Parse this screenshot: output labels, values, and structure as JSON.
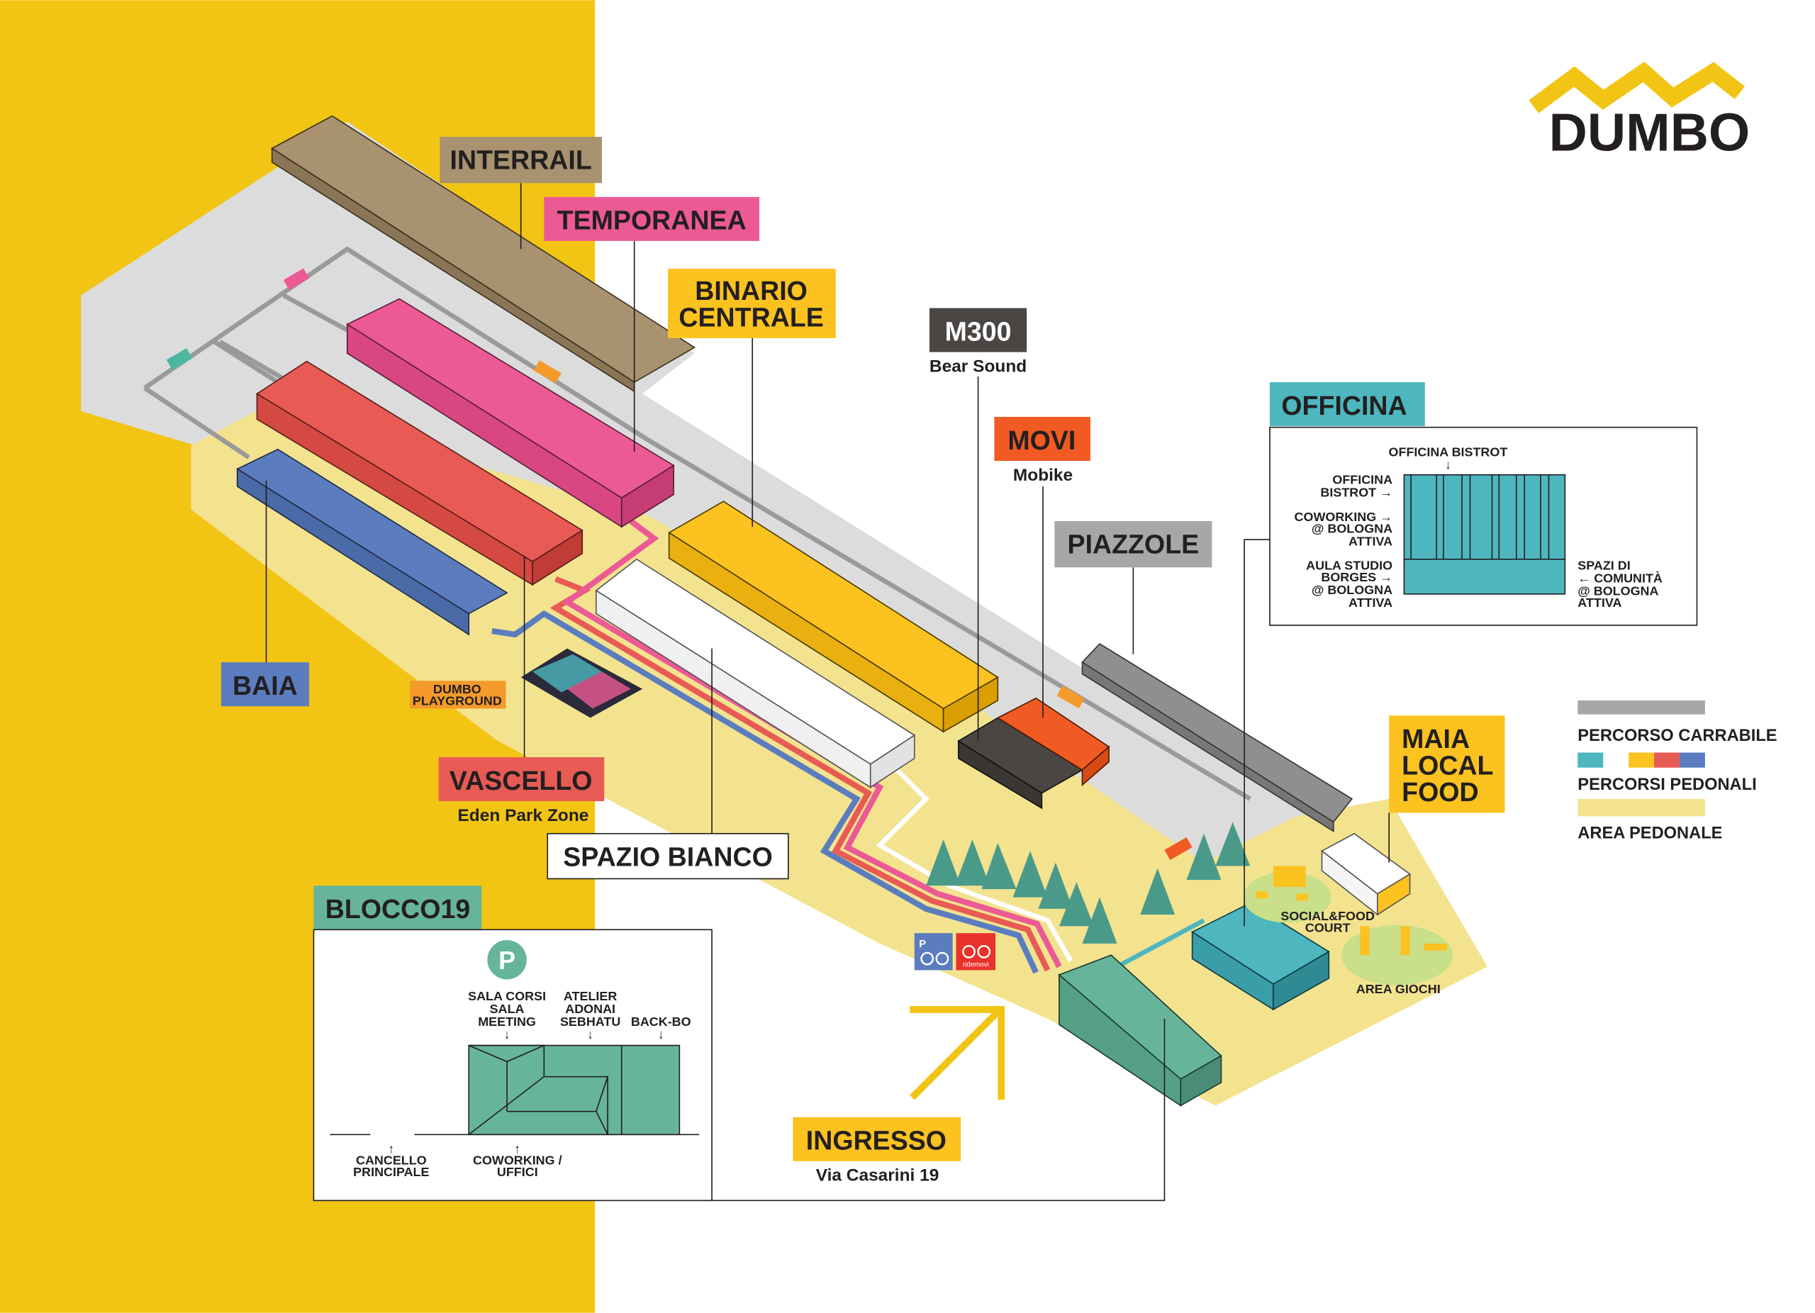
{
  "logo": {
    "text": "DUMBO",
    "color": "#f2c514"
  },
  "background": {
    "band_color": "#f2c514",
    "pavement_color": "#dcdcdc",
    "pedestrian_color": "#f3e38f"
  },
  "labels": {
    "interrail": {
      "text": "INTERRAIL",
      "color": "#a89270"
    },
    "temporanea": {
      "text": "TEMPORANEA",
      "color": "#ec5a96"
    },
    "binario": {
      "line1": "BINARIO",
      "line2": "CENTRALE",
      "color": "#fcc21f"
    },
    "m300": {
      "text": "M300",
      "sub": "Bear Sound",
      "color": "#4a4644"
    },
    "movi": {
      "text": "MOVI",
      "sub": "Mobike",
      "color": "#f15a22"
    },
    "piazzole": {
      "text": "PIAZZOLE",
      "color": "#a7a7a7"
    },
    "officina": {
      "text": "OFFICINA",
      "color": "#4db6bf"
    },
    "maia": {
      "line1": "MAIA",
      "line2": "LOCAL",
      "line3": "FOOD",
      "color": "#fcc21f"
    },
    "baia": {
      "text": "BAIA",
      "color": "#5b7dbf"
    },
    "playground": {
      "line1": "DUMBO",
      "line2": "PLAYGROUND",
      "color": "#f39a2b"
    },
    "vascello": {
      "text": "VASCELLO",
      "sub": "Eden Park Zone",
      "color": "#e85b54"
    },
    "spazio_bianco": {
      "text": "SPAZIO BIANCO",
      "color": "#ffffff"
    },
    "blocco19": {
      "text": "BLOCCO19",
      "color": "#66b59a"
    },
    "ingresso": {
      "text": "INGRESSO",
      "sub": "Via Casarini 19",
      "color": "#fcc21f"
    },
    "social_food": {
      "line1": "SOCIAL&FOOD",
      "line2": "COURT"
    },
    "area_giochi": {
      "text": "AREA GIOCHI"
    }
  },
  "officina_detail": {
    "top": "OFFICINA BISTROT",
    "left1": [
      "OFFICINA",
      "BISTROT →"
    ],
    "left2": [
      "COWORKING →",
      "@ BOLOGNA",
      "ATTIVA"
    ],
    "left3": [
      "AULA STUDIO",
      "BORGES →",
      "@ BOLOGNA",
      "ATTIVA"
    ],
    "right": [
      "SPAZI DI",
      "← COMUNITÀ",
      "@ BOLOGNA",
      "ATTIVA"
    ],
    "arrow_down": "↓"
  },
  "blocco19_detail": {
    "parking": "P",
    "sala": [
      "SALA CORSI",
      "SALA",
      "MEETING"
    ],
    "atelier": [
      "ATELIER",
      "ADONAI",
      "SEBHATU"
    ],
    "backbo": "BACK-BO",
    "cancello": [
      "CANCELLO",
      "PRINCIPALE"
    ],
    "coworking": [
      "COWORKING /",
      "UFFICI"
    ],
    "arrow_down": "↓",
    "arrow_up": "↑"
  },
  "legend": {
    "items": [
      {
        "label": "PERCORSO CARRABILE",
        "colors": [
          "#a7a7a7"
        ]
      },
      {
        "label": "PERCORSI PEDONALI",
        "colors": [
          "#4db6bf",
          "#fcc21f",
          "#e85b54",
          "#5b7dbf"
        ]
      },
      {
        "label": "AREA PEDONALE",
        "colors": [
          "#f3e38f"
        ]
      }
    ]
  },
  "bike_icons": {
    "parking": "P",
    "ridemovi": "ridemovi"
  }
}
